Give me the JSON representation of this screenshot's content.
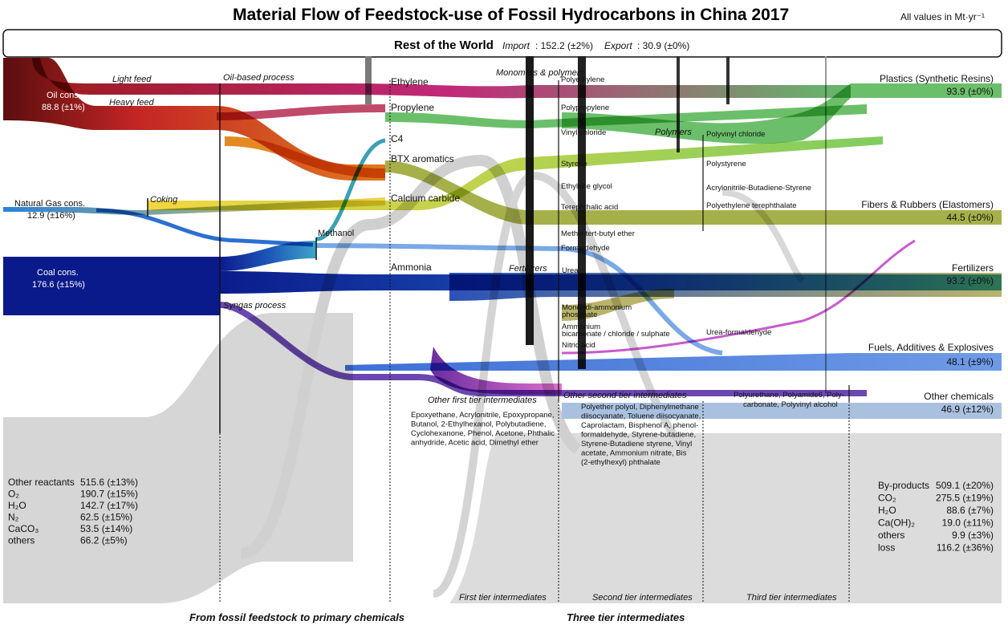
{
  "header": {
    "title": "Material Flow of Feedstock-use of Fossil Hydrocarbons in China 2017",
    "units_note": "All values in Mt·yr⁻¹"
  },
  "rest_of_world": {
    "label": "Rest of the World",
    "import_label": "Import",
    "import_value": ": 152.2 (±2%)",
    "export_label": "Export",
    "export_value": ": 30.9 (±0%)"
  },
  "sources": {
    "oil_label": "Oil cons.",
    "oil_value": "88.8 (±1%)",
    "gas_label": "Natural Gas cons.",
    "gas_value": "12.9 (±16%)",
    "coal_label": "Coal cons.",
    "coal_value": "176.6 (±15%)"
  },
  "processes": {
    "light_feed": "Light feed",
    "heavy_feed": "Heavy feed",
    "oil_based": "Oil-based process",
    "coking": "Coking",
    "syngas": "Syngas process",
    "methanol": "Methanol"
  },
  "primary_chemicals": [
    "Ethylene",
    "Propylene",
    "C4",
    "BTX aromatics",
    "Calcium carbide",
    "Ammonia"
  ],
  "monomers_group": "Monomers & polymers",
  "monomers": [
    "Polyethylene",
    "Polypropylene",
    "Vinyl chloride",
    "Styrene",
    "Ethylene glycol",
    "Terephthalic acid",
    "Methyl tert-butyl ether",
    "Formaldehyde"
  ],
  "polymers_group": "Polymers",
  "polymers": [
    "Polyvinyl chloride",
    "Polystyrene",
    "Acrylonitrile-Butadiene-Styrene",
    "Polyethylene terephthalate"
  ],
  "fertilizers_group": "Fertilizers",
  "fertilizer_items": [
    "Urea",
    "Mono-/di-ammonium",
    "phosphate",
    "Ammonium",
    "bicarbonate / chloride / sulphate",
    "Nitric acid",
    "Urea-formaldehyde"
  ],
  "other_first": {
    "label": "Other first tier intermediates",
    "lines": [
      "Epoxyethane, Acrylonitrile, Epoxypropane,",
      "Butanol, 2-Ethylhexanol, Polybutadiene,",
      "Cyclohexanone, Phenol, Acetone, Phthalic",
      "anhydride, Acetic acid, Dimethyl ether"
    ]
  },
  "other_second": {
    "label": "Other second tier intermediates",
    "lines": [
      "Polyether polyol, Diphenylmethane",
      "diisocyanate, Toluene diisocyanate,",
      "Caprolactam, Bisphenol A, phenol-",
      "formaldehyde, Styrene-butadiene,",
      "Styrene-Butadiene styrene, Vinyl",
      "acetate, Ammonium nitrate, Bis",
      "(2-ethylhexyl) phthalate"
    ]
  },
  "third_tier_items": [
    "Polyurethane, Polyamide6, Poly-",
    "carbonate, Polyvinyl alcohol"
  ],
  "outputs": [
    {
      "label": "Plastics (Synthetic Resins)",
      "value": "93.9 (±0%)",
      "color": "#6cbf6a"
    },
    {
      "label": "Fibers & Rubbers (Elastomers)",
      "value": "44.5 (±0%)",
      "color": "#6cbf6a"
    },
    {
      "label": "Fertilizers",
      "value": "93.2 (±0%)",
      "color": "#b9b46a"
    },
    {
      "label": "Fuels, Additives & Explosives",
      "value": "48.1 (±9%)",
      "color": "#6f9be6"
    },
    {
      "label": "Other chemicals",
      "value": "46.9 (±12%)",
      "color": "#a9c1df"
    }
  ],
  "reactants": [
    {
      "name": "Other reactants",
      "value": "515.6 (±13%)"
    },
    {
      "name": "O₂",
      "value": "190.7 (±15%)"
    },
    {
      "name": "H₂O",
      "value": "142.7 (±17%)"
    },
    {
      "name": "N₂",
      "value": "62.5 (±15%)"
    },
    {
      "name": "CaCO₃",
      "value": "53.5 (±14%)"
    },
    {
      "name": "others",
      "value": "66.2 (±5%)"
    }
  ],
  "byproducts": [
    {
      "name": "By-products",
      "value": "509.1 (±20%)"
    },
    {
      "name": "CO₂",
      "value": "275.5 (±19%)"
    },
    {
      "name": "H₂O",
      "value": "88.6 (±7%)"
    },
    {
      "name": "Ca(OH)₂",
      "value": "19.0 (±11%)"
    },
    {
      "name": "others",
      "value": "9.9 (±3%)"
    },
    {
      "name": "loss",
      "value": "116.2 (±36%)"
    }
  ],
  "tiers": {
    "first": "First tier intermediates",
    "second": "Second tier intermediates",
    "third": "Third tier intermediates"
  },
  "footer": {
    "left": "From fossil feedstock to primary chemicals",
    "right": "Three tier intermediates"
  },
  "colors": {
    "oil": "#b22020",
    "coal": "#0a1a8a",
    "gas": "#2a7fd6",
    "reactants": "#cfcfcf",
    "plastics": "#6cbf6a",
    "fertilizers": "#b9b46a",
    "fuels": "#6f9be6",
    "other": "#a9c1df",
    "magenta": "#d86ad0"
  }
}
